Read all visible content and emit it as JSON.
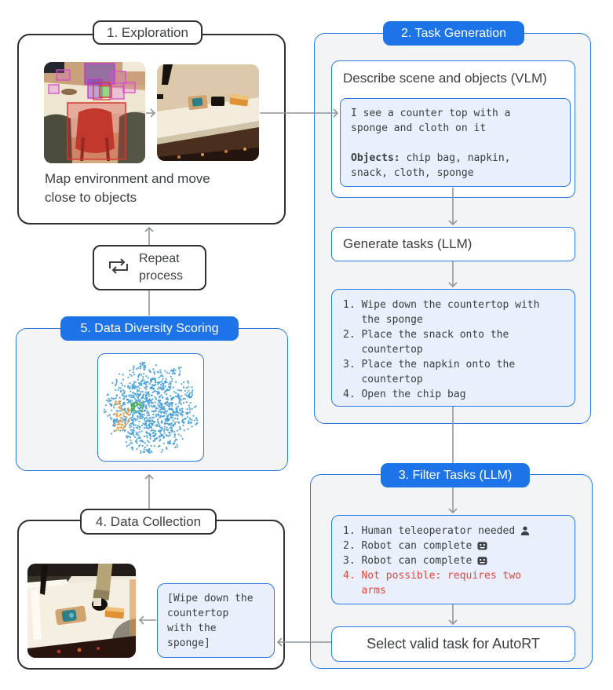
{
  "palette": {
    "accent_blue": "#1d73e8",
    "border_blue": "#2879e5",
    "light_blue_bg": "#e9f0fb",
    "panel_gray_bg": "#f2f4f5",
    "text_dark": "#3c4043",
    "alert_red": "#e8443a",
    "wire_gray": "#8f969c",
    "tsne_blue": "#3e9bd6",
    "tsne_orange": "#f29b38",
    "tsne_green": "#43b04a"
  },
  "exploration": {
    "title": "1. Exploration",
    "caption": "Map environment and move\nclose to objects",
    "photos": [
      {
        "name": "annotated-scene-photo",
        "description": "table scene with detection boxes"
      },
      {
        "name": "countertop-scene-photo",
        "description": "countertop with objects"
      }
    ]
  },
  "repeat": {
    "label": "Repeat\nprocess",
    "icon": "repeat-loop-icon"
  },
  "diversity": {
    "title": "5. Data Diversity Scoring",
    "plot": "tsne-scatter-plot"
  },
  "task_generation": {
    "title": "2. Task Generation",
    "describe_label": "Describe scene and objects (VLM)",
    "scene_description_part1": "I see a counter top with a\nsponge and cloth on it\n\n",
    "scene_description_bold": "Objects:",
    "scene_description_part2": " chip bag, napkin,\nsnack, cloth, sponge",
    "generate_label": "Generate tasks (LLM)",
    "tasks": "1. Wipe down the countertop with\n   the sponge\n2. Place the snack onto the\n   countertop\n3. Place the napkin onto the\n   countertop\n4. Open the chip bag"
  },
  "filter": {
    "title": "3. Filter Tasks (LLM)",
    "items": [
      {
        "text": "1. Human teleoperator needed",
        "icon": "person-icon",
        "css": "mono mono-line"
      },
      {
        "text": "2. Robot can complete",
        "icon": "robot-icon",
        "css": "mono mono-line"
      },
      {
        "text": "3. Robot can complete",
        "icon": "robot-icon",
        "css": "mono mono-line"
      },
      {
        "text": "4. Not possible: requires two\n   arms",
        "icon": "",
        "css": "mono mono-line red"
      }
    ],
    "select_label": "Select valid task for AutoRT"
  },
  "data_collection": {
    "title": "4. Data Collection",
    "photo": {
      "name": "robot-arm-photo",
      "description": "robot arm wiping countertop"
    },
    "instruction": "[Wipe down the\ncountertop\nwith the\nsponge]"
  }
}
